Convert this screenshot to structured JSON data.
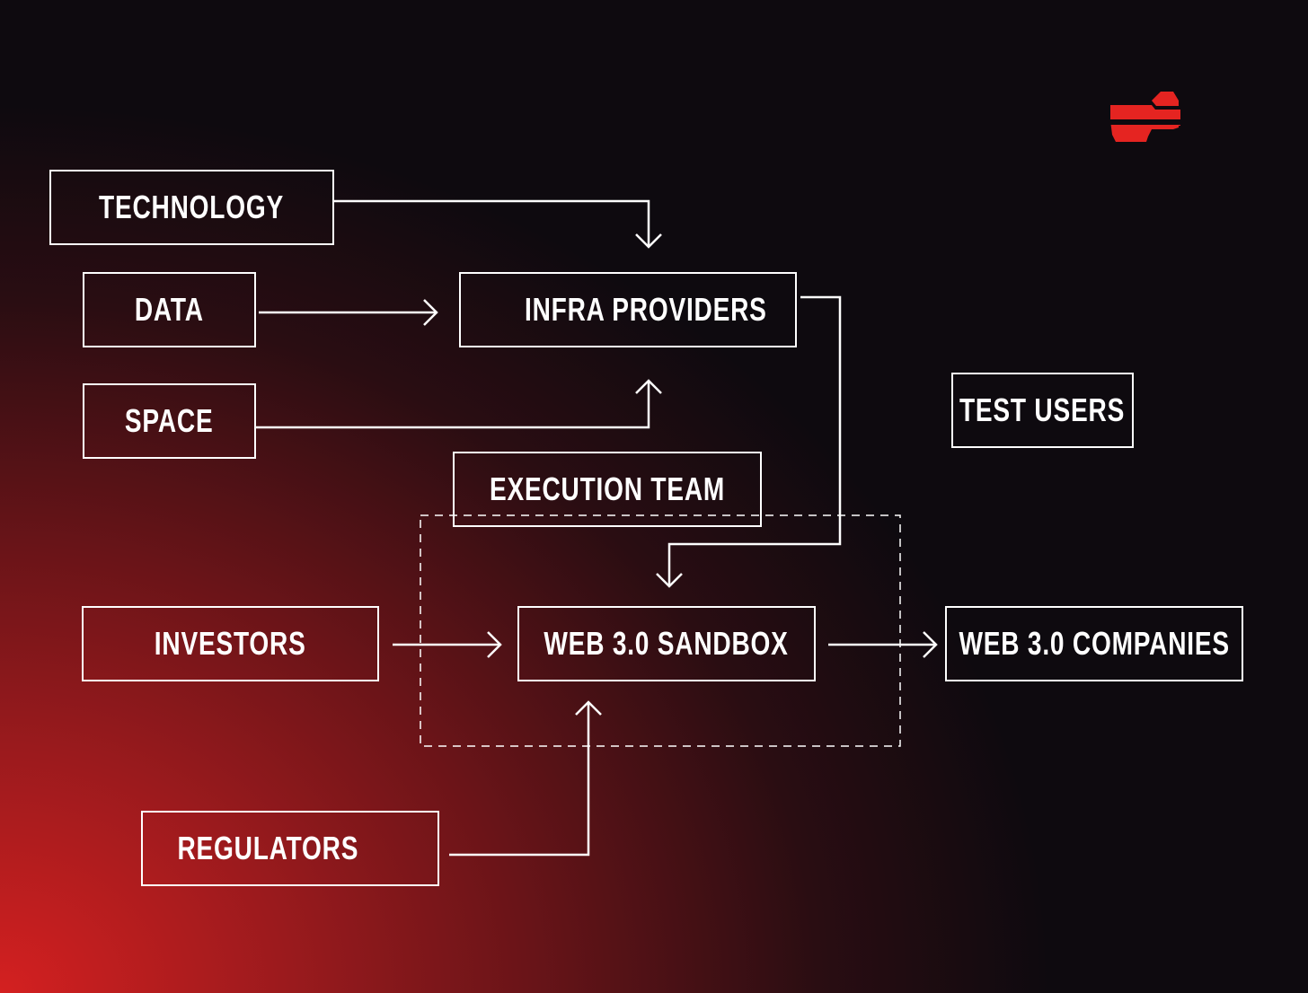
{
  "nodes": {
    "technology": "TECHNOLOGY",
    "data": "DATA",
    "space": "SPACE",
    "infra_providers": "INFRA PROVIDERS",
    "test_users": "TEST USERS",
    "execution_team": "EXECUTION TEAM",
    "investors": "INVESTORS",
    "sandbox": "WEB 3.0 SANDBOX",
    "companies": "WEB 3.0 COMPANIES",
    "regulators": "REGULATORS"
  },
  "colors": {
    "accent": "#e52421",
    "line": "#ffffff"
  }
}
